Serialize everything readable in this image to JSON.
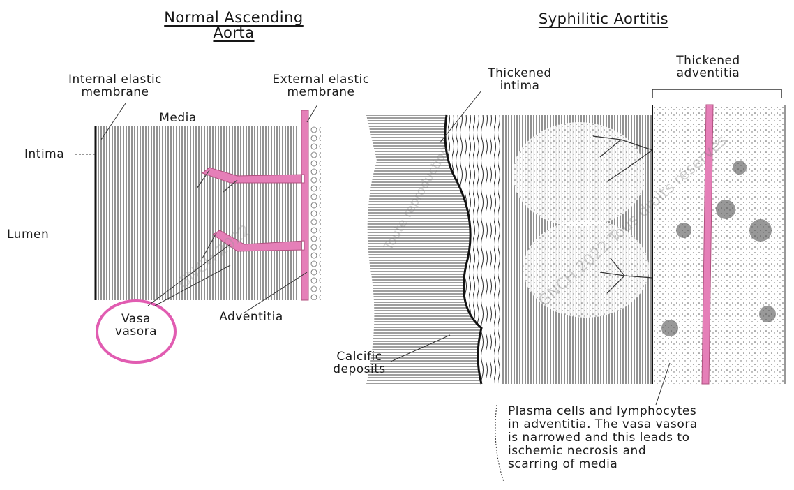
{
  "titles": {
    "normal_line1": "Normal Ascending",
    "normal_line2": "Aorta",
    "syphilitic": "Syphilitic Aortitis"
  },
  "normal_labels": {
    "internal_elastic_line1": "Internal elastic",
    "internal_elastic_line2": "membrane",
    "external_elastic_line1": "External elastic",
    "external_elastic_line2": "membrane",
    "media": "Media",
    "intima": "Intima",
    "lumen": "Lumen",
    "vasa_vasora_line1": "Vasa",
    "vasa_vasora_line2": "vasora",
    "adventitia": "Adventitia"
  },
  "syphilitic_labels": {
    "thickened_intima_line1": "Thickened",
    "thickened_intima_line2": "intima",
    "thickened_adventitia_line1": "Thickened",
    "thickened_adventitia_line2": "adventitia",
    "calcific_line1": "Calcific",
    "calcific_line2": "deposits",
    "note_line1": "Plasma cells and lymphocytes",
    "note_line2": "in adventitia. The vasa vasora",
    "note_line3": "is narrowed and this leads to",
    "note_line4": "ischemic necrosis and",
    "note_line5": "scarring of media"
  },
  "watermarks": {
    "wm1": "GNCH 2022 Tous droits réservés",
    "wm2": "Toute reproduction",
    "wm3": "GNCH 2022"
  },
  "colors": {
    "vessel": "#e57fb8",
    "highlight_circle": "#e15cb1",
    "ink": "#1a1a1a"
  }
}
